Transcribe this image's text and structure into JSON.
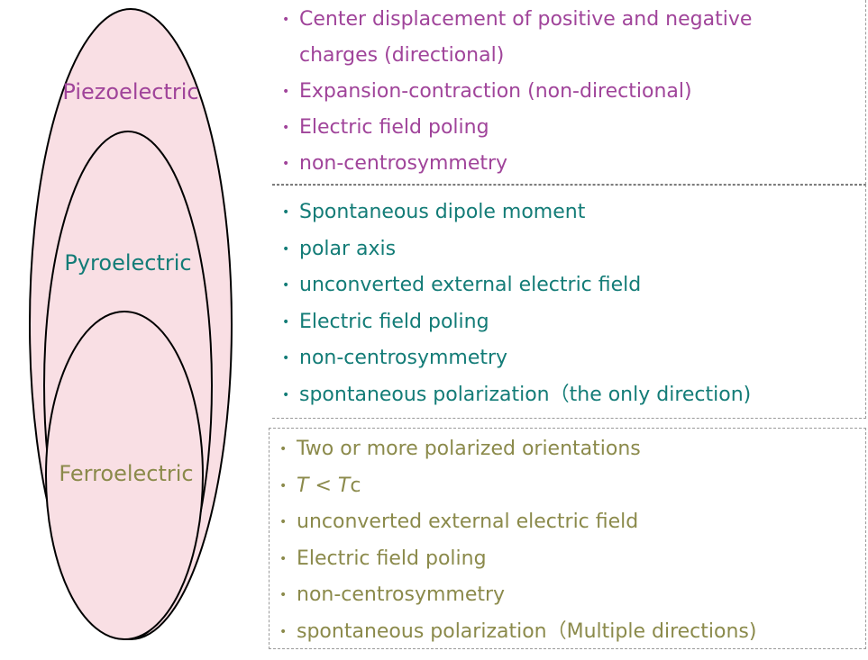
{
  "colors": {
    "piezo": "#a0449a",
    "pyro": "#137c77",
    "ferro": "#8b8a4b",
    "ellipse_fill": "#f9dfe4",
    "outline": "#000000"
  },
  "labels": {
    "piezo": "Piezoelectric",
    "pyro": "Pyroelectric",
    "ferro": "Ferroelectric"
  },
  "piezo_props": [
    "Center displacement of positive and negative charges (directional)",
    "Expansion-contraction (non-directional)",
    "Electric field poling",
    "non-centrosymmetry"
  ],
  "pyro_props": [
    "Spontaneous dipole moment",
    "polar axis",
    "unconverted external electric field",
    "Electric field poling",
    "non-centrosymmetry",
    "spontaneous polarization（the only direction)"
  ],
  "ferro_props": {
    "item0": "Two or more polarized orientations",
    "t_symbol": "T",
    "lt": " < ",
    "tc_symbol": "T",
    "tc_sub": "c",
    "item2": "unconverted external electric field",
    "item3": "Electric field poling",
    "item4": "non-centrosymmetry",
    "item5": "spontaneous polarization（Multiple directions)"
  }
}
